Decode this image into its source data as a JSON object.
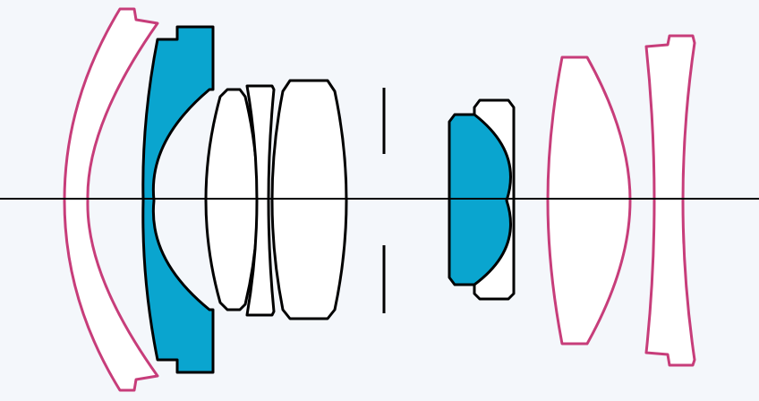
{
  "diagram": {
    "kind": "lens-cross-section",
    "colors": {
      "background": "#f4f7fb",
      "outline": "#000000",
      "glass_plain": "#ffffff",
      "glass_special": "#0aa5cf",
      "glass_aspherical": "#c73d7a"
    },
    "elements": [
      {
        "id": "e1",
        "glass": "aspherical"
      },
      {
        "id": "e2",
        "glass": "special"
      },
      {
        "id": "e3",
        "glass": "plain"
      },
      {
        "id": "e4",
        "glass": "plain"
      },
      {
        "id": "e5",
        "glass": "plain"
      },
      {
        "id": "e6",
        "glass": "special"
      },
      {
        "id": "e7",
        "glass": "plain"
      },
      {
        "id": "e8",
        "glass": "aspherical"
      },
      {
        "id": "e9",
        "glass": "aspherical"
      }
    ],
    "aperture_stop": true,
    "optical_axis": true
  }
}
